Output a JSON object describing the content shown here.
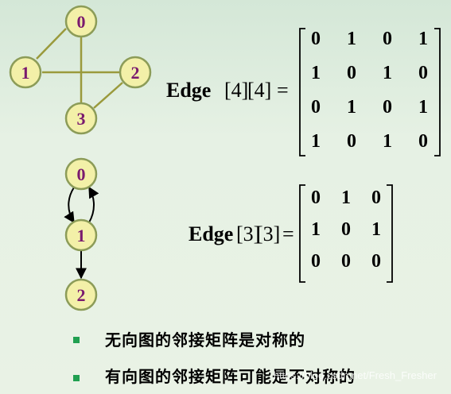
{
  "undirected": {
    "nodes": [
      "0",
      "1",
      "2",
      "3"
    ],
    "edges": [
      [
        "0",
        "1"
      ],
      [
        "0",
        "3"
      ],
      [
        "1",
        "2"
      ],
      [
        "2",
        "3"
      ]
    ],
    "label_name": "Edge",
    "label_dims": [
      "[4]",
      "[4]"
    ],
    "equals": "=",
    "matrix": [
      [
        "0",
        "1",
        "0",
        "1"
      ],
      [
        "1",
        "0",
        "1",
        "0"
      ],
      [
        "0",
        "1",
        "0",
        "1"
      ],
      [
        "1",
        "0",
        "1",
        "0"
      ]
    ]
  },
  "directed": {
    "nodes": [
      "0",
      "1",
      "2"
    ],
    "edges": [
      [
        "0",
        "1"
      ],
      [
        "1",
        "0"
      ],
      [
        "1",
        "2"
      ]
    ],
    "label_name": "Edge",
    "label_dims": [
      "[3]",
      "[3]"
    ],
    "equals": "=",
    "matrix": [
      [
        "0",
        "1",
        "0"
      ],
      [
        "1",
        "0",
        "1"
      ],
      [
        "0",
        "0",
        "0"
      ]
    ]
  },
  "statements": [
    "无向图的邻接矩阵是对称的",
    "有向图的邻接矩阵可能是不对称的"
  ],
  "watermark": "https://blog.csdn.net/Fresh_Fresher",
  "colors": {
    "node_fill": "#f3f0a8",
    "node_stroke": "#8c9c58",
    "node_text": "#7a1a6e",
    "edge_undirected": "#9a9a3c",
    "bullet": "#20a050"
  }
}
